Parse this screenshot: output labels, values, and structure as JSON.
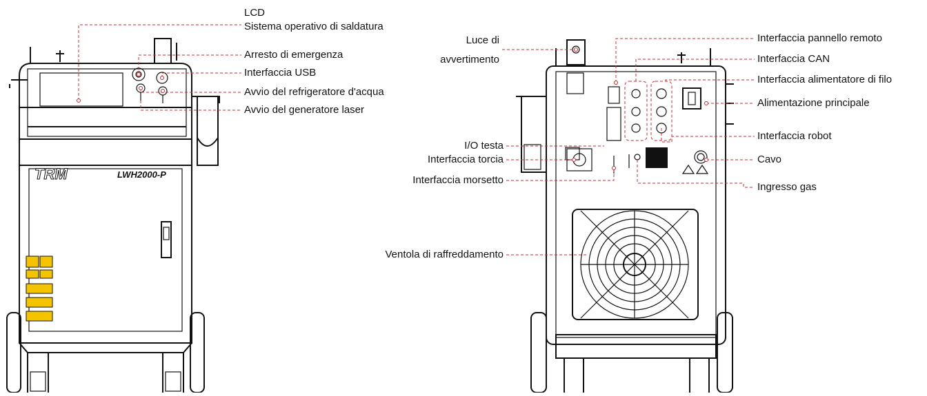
{
  "front_view": {
    "brand": "TRM",
    "model": "LWH2000-P",
    "labels": {
      "lcd": "LCD",
      "welding_os": "Sistema operativo di saldatura",
      "emergency_stop": "Arresto di emergenza",
      "usb": "Interfaccia USB",
      "chiller_start": "Avvio del refrigeratore d'acqua",
      "laser_start": "Avvio del generatore laser"
    }
  },
  "rear_view": {
    "labels": {
      "warning_light_1": "Luce di",
      "warning_light_2": "avvertimento",
      "remote_panel": "Interfaccia pannello remoto",
      "can": "Interfaccia CAN",
      "wire_feeder": "Interfaccia alimentatore di filo",
      "main_power": "Alimentazione principale",
      "head_io": "I/O testa",
      "robot": "Interfaccia robot",
      "torch": "Interfaccia torcia",
      "cable": "Cavo",
      "clamp": "Interfaccia morsetto",
      "gas_inlet": "Ingresso gas",
      "cooling_fan": "Ventola di raffreddamento"
    }
  },
  "colors": {
    "leader": "#d9232a",
    "machine": "#111111",
    "warning_sticker": "#f5c400"
  }
}
